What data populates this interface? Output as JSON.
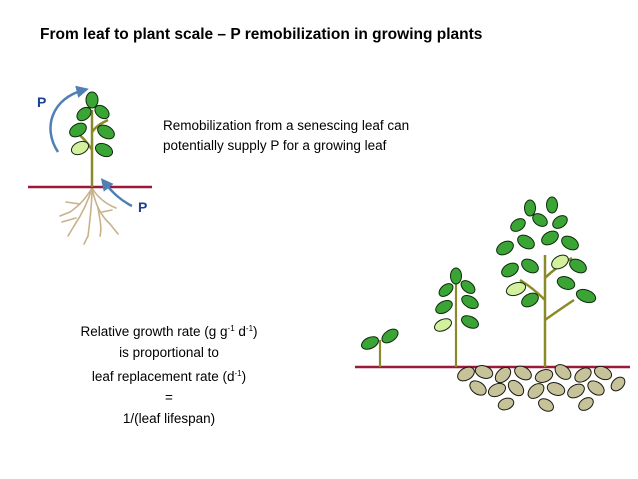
{
  "title": "From leaf to plant scale – P remobilization in growing plants",
  "caption": {
    "line1": "Remobilization from a senescing leaf can",
    "line2": "potentially supply P for a growing leaf"
  },
  "labels": {
    "p_top": "P",
    "p_bottom": "P"
  },
  "formula": {
    "line1_prefix": "Relative growth rate (g g",
    "line1_sup1": "-1",
    "line1_mid": " d",
    "line1_sup2": "-1",
    "line1_suffix": ")",
    "line2": "is proportional to",
    "line3_prefix": "leaf replacement rate (d",
    "line3_sup": "-1",
    "line3_suffix": ")",
    "line4": "=",
    "line5": "1/(leaf lifespan)"
  },
  "colors": {
    "leaf_green": "#3aa535",
    "leaf_light": "#d4ef9e",
    "leaf_litter": "#c6c39a",
    "soil_line": "#9b1a3a",
    "arrow_blue": "#4f7fb5",
    "root": "#c8b28c"
  }
}
